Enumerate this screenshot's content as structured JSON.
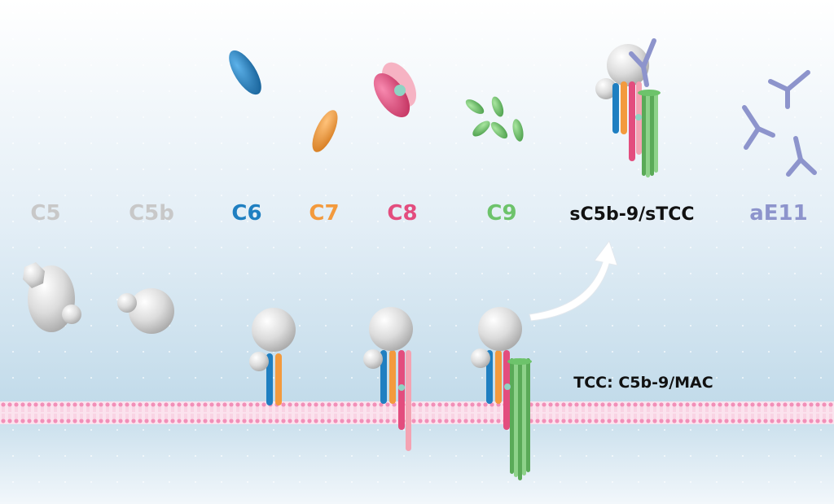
{
  "labels": {
    "c5": "C5",
    "c5b": "C5b",
    "c6": "C6",
    "c7": "C7",
    "c8": "C8",
    "c9": "C9",
    "stcc": "sC5b-9/sTCC",
    "ae11": "aE11",
    "tcc": "TCC: C5b-9/MAC"
  },
  "colors": {
    "c5": "#c8c8c8",
    "c6": "#1f7fc1",
    "c7": "#f39a3d",
    "c8": "#e34d7e",
    "c9": "#6dc36b",
    "ae11": "#8d94cc",
    "membrane": "#f3a9c6",
    "text_dark": "#111111"
  }
}
